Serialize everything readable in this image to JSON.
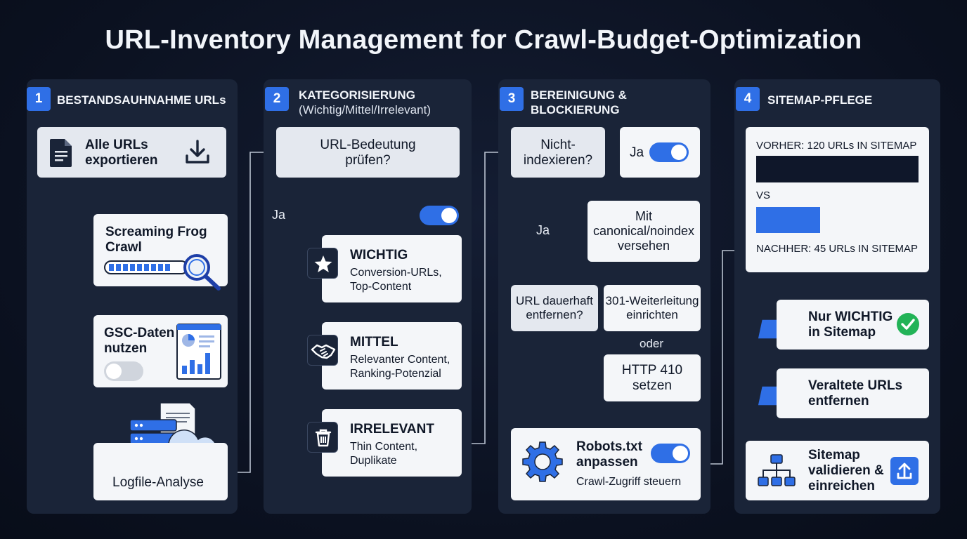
{
  "title": "URL-Inventory Management for Crawl-Budget-Optimization",
  "colors": {
    "background": "#0b1120",
    "panel": "#1a2438",
    "accent": "#2f6fe6",
    "card": "#f4f6f9",
    "success": "#22b357"
  },
  "col1": {
    "number": "1",
    "heading": "BESTANDSAUHNAHME URLs",
    "export": {
      "line1": "Alle URLs",
      "line2": "exportieren",
      "icon": "document-icon",
      "action_icon": "download-icon"
    },
    "frog": {
      "line1": "Screaming Frog",
      "line2": "Crawl",
      "icon": "magnifier-icon"
    },
    "gsc": {
      "line1": "GSC-Daten",
      "line2": "nutzen",
      "icon": "dashboard-icon"
    },
    "log": {
      "label": "Logfile-Analyse",
      "icon": "server-cloud-icon"
    }
  },
  "col2": {
    "number": "2",
    "heading": "KATEGORISIERUNG",
    "subheading": "(Wichtig/Mittel/Irrelevant)",
    "check": {
      "line1": "URL-Bedeutung",
      "line2": "prüfen?"
    },
    "yes": "Ja",
    "items": [
      {
        "title": "WICHTIG",
        "line1": "Conversion-URLs,",
        "line2": "Top-Content",
        "icon": "star-icon"
      },
      {
        "title": "MITTEL",
        "line1": "Relevanter Content,",
        "line2": "Ranking-Potenzial",
        "icon": "handshake-icon"
      },
      {
        "title": "IRRELEVANT",
        "line1": "Thin Content,",
        "line2": "Duplikate",
        "icon": "trash-icon"
      }
    ]
  },
  "col3": {
    "number": "3",
    "heading_line1": "BEREINIGUNG &",
    "heading_line2": "BLOCKIERUNG",
    "noindex": {
      "line1": "Nicht-",
      "line2": "indexieren?"
    },
    "ja_toggle": "Ja",
    "canonical": {
      "line1": "Mit",
      "line2": "canonical/noindex",
      "line3": "versehen"
    },
    "ja_branch": "Ja",
    "remove": {
      "line1": "URL dauerhaft",
      "line2": "entfernen?"
    },
    "redirect": {
      "line1": "301-Weiterleitung",
      "line2": "einrichten"
    },
    "oder": "oder",
    "http410": {
      "line1": "HTTP 410",
      "line2": "setzen"
    },
    "robots": {
      "line1": "Robots.txt",
      "line2": "anpassen",
      "line3": "Crawl-Zugriff steuern",
      "icon": "gear-icon"
    }
  },
  "col4": {
    "number": "4",
    "heading": "SITEMAP-PFLEGE",
    "before_label": "VORHER: 120 URLs IN SITEMAP",
    "vs": "VS",
    "after_label": "NACHHER: 45 URLs IN SITEMAP",
    "before_count": 120,
    "after_count": 45,
    "steps": [
      {
        "line1": "Nur WICHTIG",
        "line2": "in Sitemap",
        "icon": "folder-icon",
        "status_icon": "check-icon"
      },
      {
        "line1": "Veraltete URLs",
        "line2": "entfernen",
        "icon": "folder-icon"
      },
      {
        "line1": "Sitemap",
        "line2": "validieren &",
        "line3": "einreichen",
        "icon": "sitemap-tree-icon",
        "action_icon": "upload-icon"
      }
    ]
  }
}
